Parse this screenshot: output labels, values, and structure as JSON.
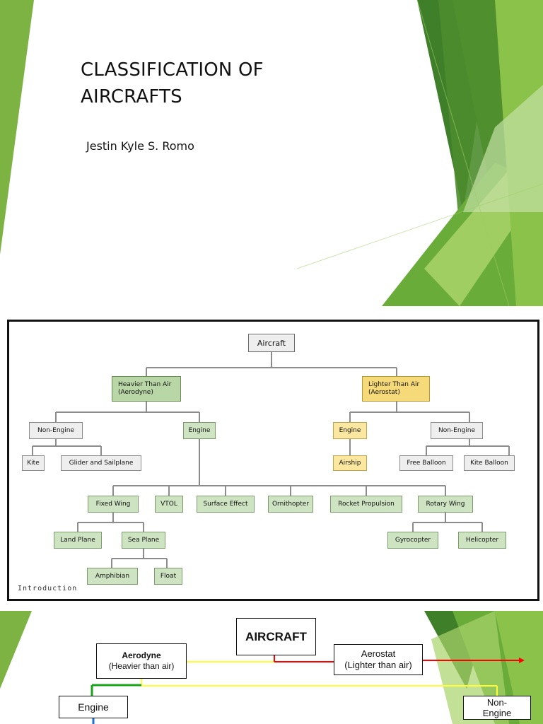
{
  "slide": {
    "title_line1": "CLASSIFICATION OF",
    "title_line2": "AIRCRAFTS",
    "author": "Jestin Kyle S. Romo"
  },
  "colors": {
    "accent_green": "#6aac3a",
    "dark_green": "#3f7f2a",
    "light_green": "#a9d36b"
  },
  "diagram": {
    "root": "Aircraft",
    "heavier": {
      "line1": "Heavier Than Air",
      "line2": "(Aerodyne)"
    },
    "lighter": {
      "line1": "Lighter Than Air",
      "line2": "(Aerostat)"
    },
    "heavier_non_engine": "Non-Engine",
    "heavier_engine": "Engine",
    "kite": "Kite",
    "glider": "Glider and Sailplane",
    "lighter_engine": "Engine",
    "lighter_non_engine": "Non-Engine",
    "airship": "Airship",
    "free_balloon": "Free Balloon",
    "kite_balloon": "Kite Balloon",
    "fixed_wing": "Fixed Wing",
    "vtol": "VTOL",
    "surface_effect": "Surface Effect",
    "ornithopter": "Ornithopter",
    "rocket": "Rocket Propulsion",
    "rotary_wing": "Rotary Wing",
    "land_plane": "Land Plane",
    "sea_plane": "Sea Plane",
    "gyrocopter": "Gyrocopter",
    "helicopter": "Helicopter",
    "amphibian": "Amphibian",
    "float": "Float",
    "footer": "Introduction"
  },
  "bottom_slide": {
    "aircraft": "AIRCRAFT",
    "aerodyne_name": "Aerodyne",
    "aerodyne_desc": "(Heavier than air)",
    "aerostat_name": "Aerostat",
    "aerostat_desc": "(Lighter than air)",
    "engine": "Engine",
    "non_engine": "Non-Engine"
  }
}
